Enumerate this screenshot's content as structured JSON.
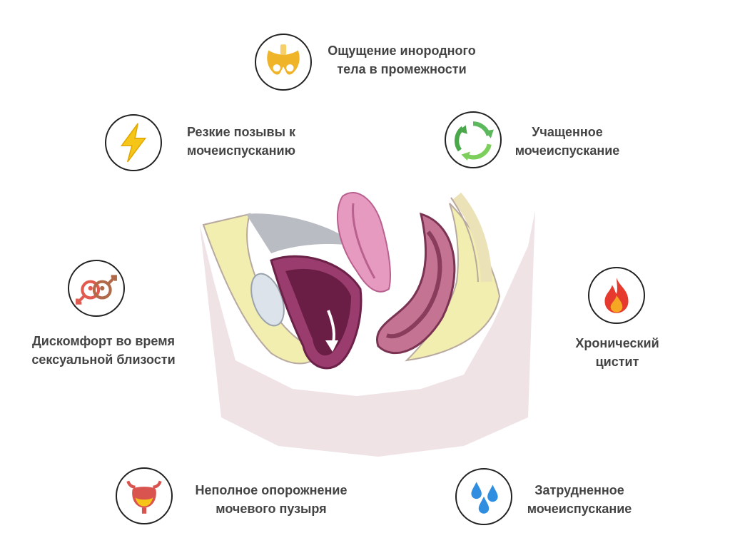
{
  "symptoms": {
    "foreign_body": {
      "line1": "Ощущение инородного",
      "line2": "тела в промежности",
      "icon": "pelvis-icon"
    },
    "urgency": {
      "line1": "Резкие позывы к",
      "line2": "мочеиспусканию",
      "icon": "lightning-icon"
    },
    "frequent": {
      "line1": "Учащенное",
      "line2": "мочеиспускание",
      "icon": "cycle-arrows-icon"
    },
    "discomfort": {
      "line1": "Дискомфорт во время",
      "line2": "сексуальной близости",
      "icon": "gender-symbols-icon"
    },
    "cystitis": {
      "line1": "Хронический",
      "line2": "цистит",
      "icon": "flame-icon"
    },
    "incomplete": {
      "line1": "Неполное опорожнение",
      "line2": "мочевого пузыря",
      "icon": "bladder-icon"
    },
    "difficult": {
      "line1": "Затрудненное",
      "line2": "мочеиспускание",
      "icon": "water-drops-icon"
    }
  },
  "colors": {
    "text": "#444444",
    "yellow": "#f5c518",
    "green": "#5cb85c",
    "red": "#e63a2e",
    "blue": "#2f8ee0",
    "tissue_pink": "#e79ac0",
    "fat_yellow": "#f2eeb0"
  }
}
